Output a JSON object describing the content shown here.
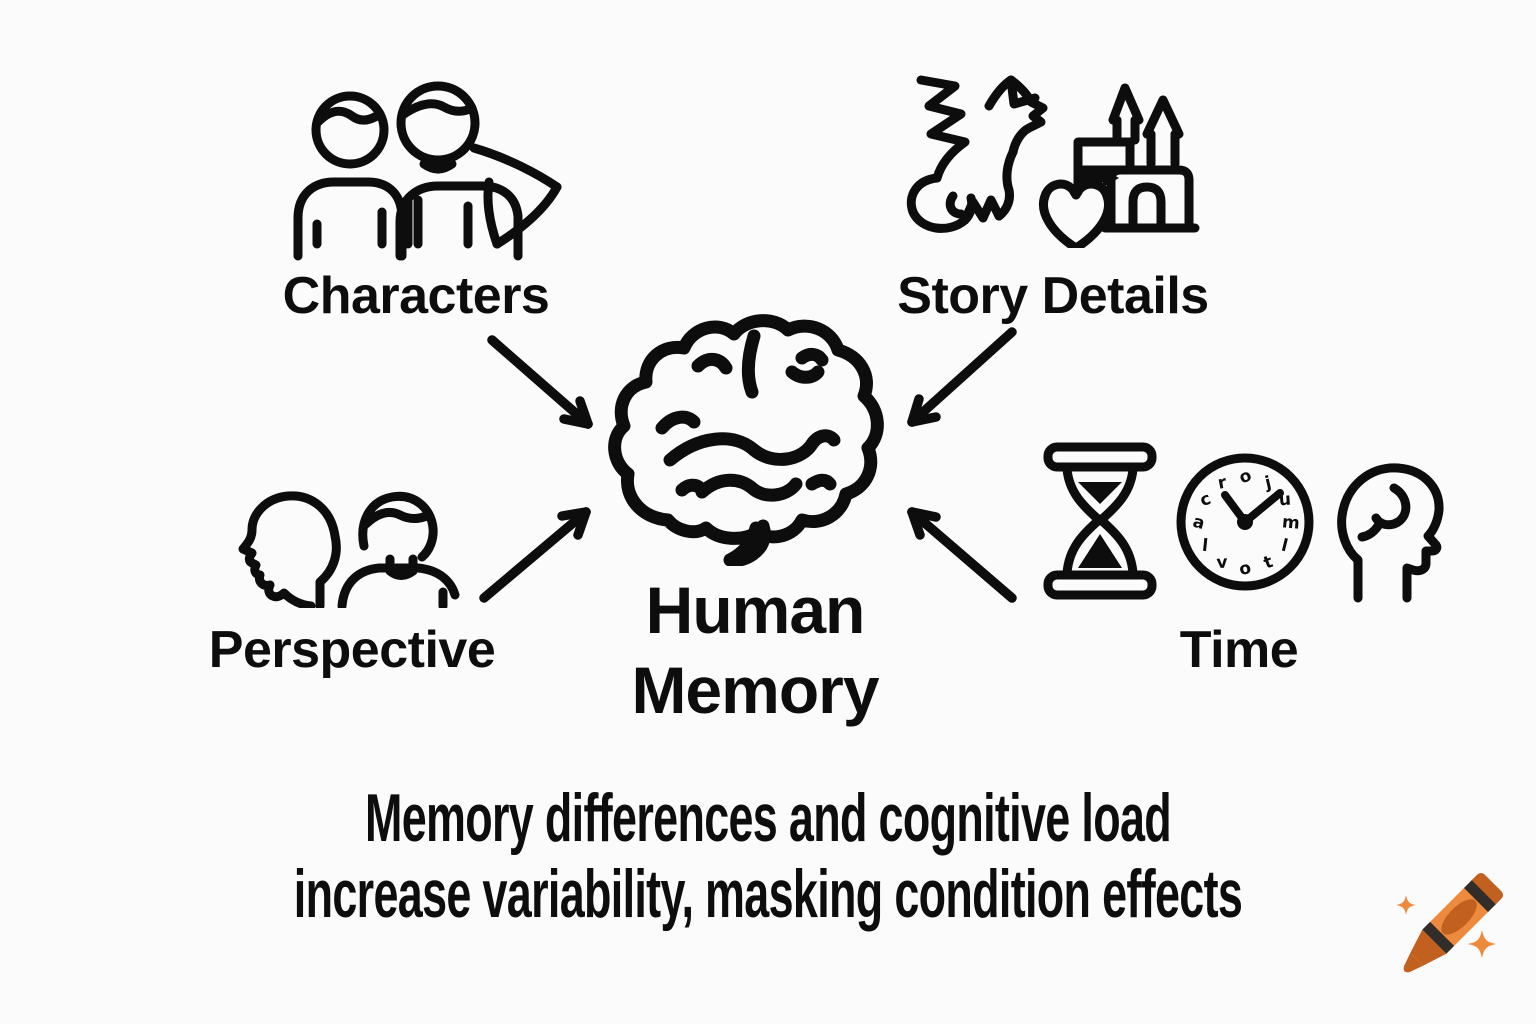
{
  "diagram": {
    "center_node": {
      "label_line1": "Human",
      "label_line2": "Memory",
      "icon": "brain-icon"
    },
    "nodes": [
      {
        "id": "characters",
        "label": "Characters",
        "icons": [
          "person-icon",
          "caped-person-icon"
        ]
      },
      {
        "id": "story-details",
        "label": "Story Details",
        "icons": [
          "dragon-icon",
          "heart-flag-icon",
          "castle-icon"
        ]
      },
      {
        "id": "perspective",
        "label": "Perspective",
        "icons": [
          "head-profile-icon",
          "person-icon"
        ]
      },
      {
        "id": "time",
        "label": "Time",
        "icons": [
          "hourglass-icon",
          "clock-icon",
          "head-with-arc-icon"
        ]
      }
    ],
    "time_node": {
      "clock_glyphs": [
        "o",
        "j",
        "u",
        "m",
        "l",
        "t",
        "o",
        "v",
        "l",
        "a",
        "c",
        "r"
      ]
    },
    "caption": {
      "line1": "Memory differences and cognitive load",
      "line2": "increase variability, masking condition effects"
    },
    "watermark": {
      "icon": "crayon-logo-icon"
    },
    "colors": {
      "ink": "#0d0d0d",
      "bg": "#fbfbfb",
      "crayon_orange": "#ee8a3e",
      "crayon_dark": "#c2611f",
      "crayon_stripe": "#322d28"
    }
  }
}
